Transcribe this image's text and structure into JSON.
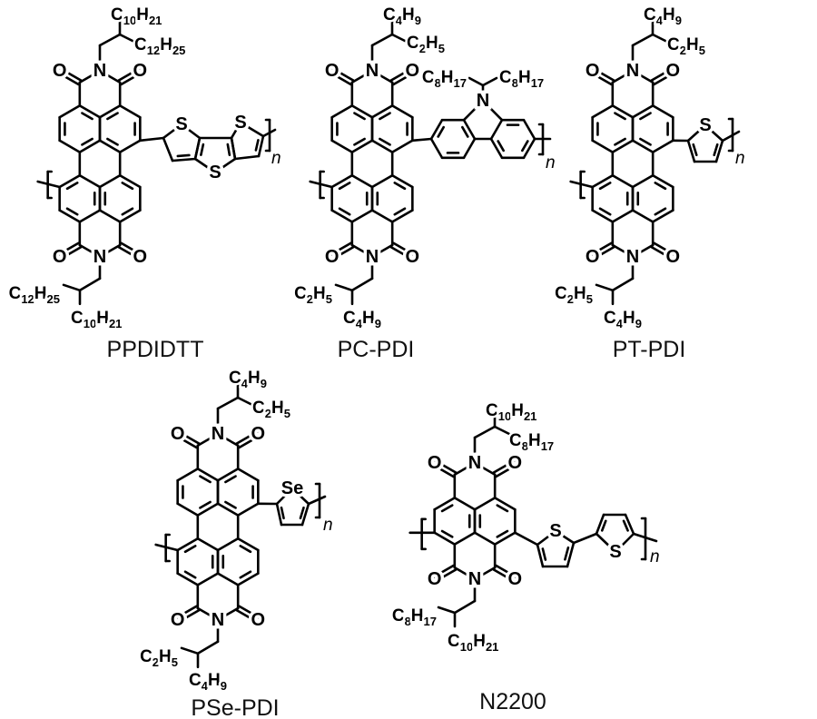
{
  "atoms": {
    "oxygen": "O",
    "nitrogen": "N",
    "sulfur": "S",
    "selenium": "Se",
    "repeat_unit": "n"
  },
  "structures": [
    {
      "label": "PPDIDTT",
      "top_chain": [
        "C10H21",
        "C12H25"
      ],
      "bottom_chain": [
        "C12H25",
        "C10H21"
      ],
      "comonomer": "dithienothiophene"
    },
    {
      "label": "PC-PDI",
      "top_chain": [
        "C4H9",
        "C2H5"
      ],
      "bottom_chain": [
        "C2H5",
        "C4H9"
      ],
      "comonomer": "carbazole",
      "carbazole_chain": [
        "C8H17",
        "C8H17"
      ]
    },
    {
      "label": "PT-PDI",
      "top_chain": [
        "C4H9",
        "C2H5"
      ],
      "bottom_chain": [
        "C2H5",
        "C4H9"
      ],
      "comonomer": "thiophene"
    },
    {
      "label": "PSe-PDI",
      "top_chain": [
        "C4H9",
        "C2H5"
      ],
      "bottom_chain": [
        "C2H5",
        "C4H9"
      ],
      "comonomer": "selenophene"
    },
    {
      "label": "N2200",
      "top_chain": [
        "C10H21",
        "C8H17"
      ],
      "bottom_chain": [
        "C8H17",
        "C10H21"
      ],
      "comonomer": "bithiophene"
    }
  ]
}
